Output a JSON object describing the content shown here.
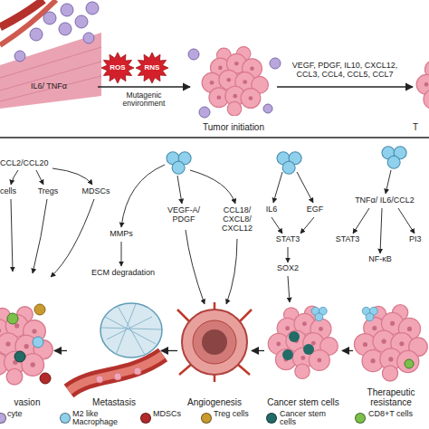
{
  "diagram": {
    "nodes": [
      {
        "text": [
          "IL6/ TNFα"
        ]
      },
      {
        "text": [
          "ROS"
        ]
      },
      {
        "text": [
          "RNS"
        ]
      },
      {
        "text": [
          "Tumor initiation"
        ]
      },
      {
        "text": [
          "T"
        ]
      },
      {
        "text": [
          "vasion"
        ]
      },
      {
        "text": [
          "Metastasis"
        ]
      },
      {
        "text": [
          "Angiogenesis"
        ]
      },
      {
        "text": [
          "Cancer stem cells"
        ]
      },
      {
        "text": [
          "Therapeutic resistance"
        ]
      }
    ],
    "edges": [
      {
        "from": 0,
        "to": 3,
        "arrow": "to",
        "label": "Mutagenic environment"
      },
      {
        "from": 3,
        "to": 4,
        "arrow": "to",
        "label": "VEGF, PDGF, IL10, CXCL12, CCL3, CCL4, CCL5, CCL7"
      },
      {
        "from": 9,
        "to": 8,
        "arrow": "to"
      },
      {
        "from": 8,
        "to": 7,
        "arrow": "to"
      },
      {
        "from": 7,
        "to": 6,
        "arrow": "to"
      },
      {
        "from": 6,
        "to": 5,
        "arrow": "to"
      }
    ],
    "labels": [
      "CCL2/CCL20",
      "cells",
      "Tregs",
      "MDSCs",
      "MMPs",
      "ECM degradation",
      "VEGF-A/ PDGF",
      "CCL18/ CXCL8/ CXCL12",
      "IL6",
      "EGF",
      "STAT3",
      "SOX2",
      "TNFα/ IL6/CCL2",
      "STAT3",
      "PI3",
      "NF-κB"
    ],
    "legend": [
      {
        "text": "cyte",
        "color": "#b9a6dc"
      },
      {
        "text": "M2 like Macrophage",
        "color": "#8fd0ec"
      },
      {
        "text": "MDSCs",
        "color": "#b22a2a"
      },
      {
        "text": "Treg cells",
        "color": "#c99a2e"
      },
      {
        "text": "Cancer stem cells",
        "color": "#226b66"
      },
      {
        "text": "CD8+T cells",
        "color": "#7cc04a"
      }
    ]
  }
}
